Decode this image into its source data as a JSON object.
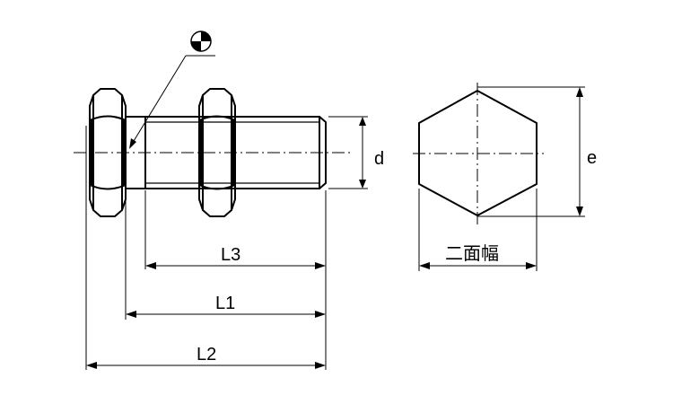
{
  "labels": {
    "d": "d",
    "e": "e",
    "width_across_flats": "二面幅",
    "L1": "L1",
    "L2": "L2",
    "L3": "L3"
  },
  "symbols": {
    "position_marker": "quartered-circle-icon"
  }
}
